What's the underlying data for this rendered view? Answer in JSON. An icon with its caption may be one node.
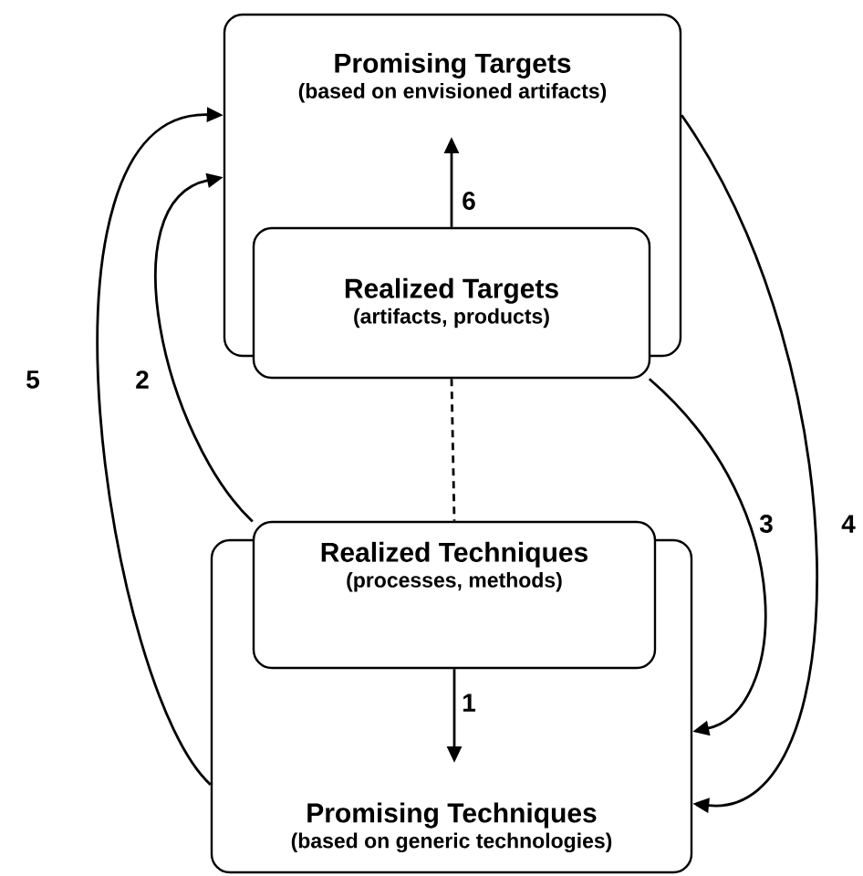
{
  "diagram": {
    "nodes": [
      {
        "text": [
          "Promising Targets",
          "(based on envisioned artifacts)"
        ]
      },
      {
        "text": [
          "Realized Targets",
          "(artifacts, products)"
        ]
      },
      {
        "text": [
          "Realized Techniques",
          "(processes, methods)"
        ]
      },
      {
        "text": [
          "Promising Techniques",
          "(based on generic technologies)"
        ]
      }
    ],
    "edges": [
      {
        "from": 1,
        "to": 0,
        "arrow": "to",
        "label": "6"
      },
      {
        "from": 1,
        "to": 2,
        "arrow": "none",
        "style": "dashed"
      },
      {
        "from": 2,
        "to": 3,
        "arrow": "to",
        "label": "1"
      },
      {
        "from": 3,
        "to": 0,
        "arrow": "to",
        "label": "5"
      },
      {
        "from": 2,
        "to": 0,
        "arrow": "to",
        "label": "2"
      },
      {
        "from": 1,
        "to": 3,
        "arrow": "to",
        "label": "3"
      },
      {
        "from": 0,
        "to": 3,
        "arrow": "to",
        "label": "4"
      }
    ]
  }
}
